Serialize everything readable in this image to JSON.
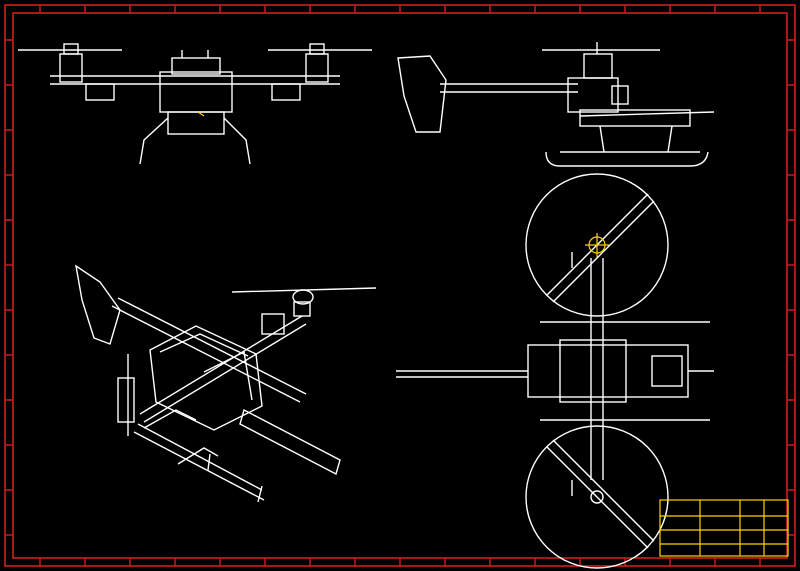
{
  "drawing": {
    "background_color": "#000000",
    "line_color": "#ffffff",
    "frame_color": "#d21f1f",
    "highlight_color": "#ffd400",
    "title_block_color": "#ffd400",
    "views": [
      "front-view",
      "side-view",
      "isometric-view",
      "top-view"
    ]
  }
}
